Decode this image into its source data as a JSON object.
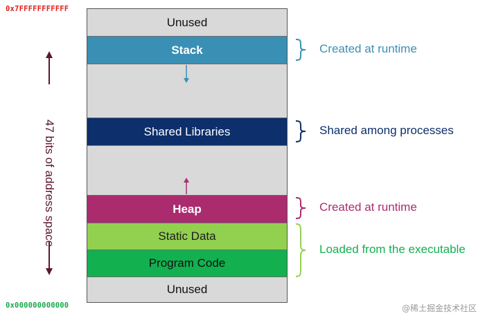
{
  "addresses": {
    "top": "0x7FFFFFFFFFFF",
    "bottom": "0x000000000000"
  },
  "axis": {
    "label": "47 bits of address space"
  },
  "segments": {
    "unused_top": "Unused",
    "stack": "Stack",
    "shared_libraries": "Shared Libraries",
    "heap": "Heap",
    "static_data": "Static Data",
    "program_code": "Program Code",
    "unused_bottom": "Unused"
  },
  "annotations": {
    "stack": "Created at runtime",
    "shared": "Shared among processes",
    "heap": "Created at runtime",
    "loaded": "Loaded from the executable"
  },
  "colors": {
    "stack": "#3a8fb5",
    "shared": "#0d2f6b",
    "heap": "#aa2c6f",
    "static_data": "#92d050",
    "program_code": "#13b050",
    "loaded_label": "#13b050",
    "axis": "#5a1630",
    "top_address": "#e0201c",
    "bottom_address": "#16a84a"
  },
  "watermark": "@稀土掘金技术社区"
}
